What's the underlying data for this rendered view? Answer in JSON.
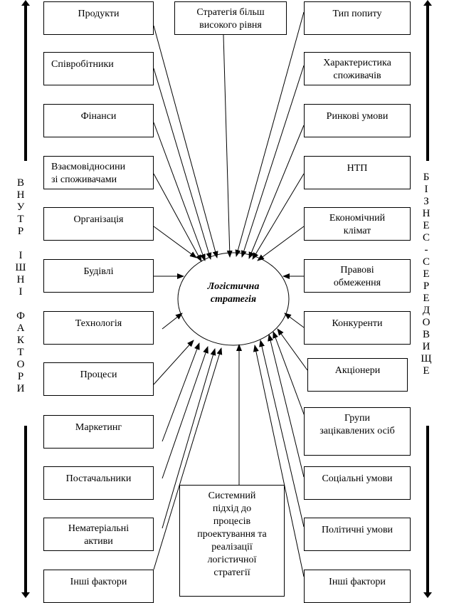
{
  "center": {
    "line1": "Логістична",
    "line2": "стратегія"
  },
  "top_box": {
    "line1": "Стратегія більш",
    "line2": "високого рівня"
  },
  "bottom_box": {
    "lines": [
      "Системний",
      "підхід до",
      "процесів",
      "проектування та",
      "реалізації",
      "логістичної",
      "стратегії"
    ]
  },
  "left_boxes": [
    {
      "lines": [
        "Продукти"
      ]
    },
    {
      "lines": [
        "Співробітники"
      ]
    },
    {
      "lines": [
        "Фінанси"
      ]
    },
    {
      "lines": [
        "Взаємовідносини",
        "зі споживачами"
      ]
    },
    {
      "lines": [
        "Організація"
      ]
    },
    {
      "lines": [
        "Будівлі"
      ]
    },
    {
      "lines": [
        "Технологія"
      ]
    },
    {
      "lines": [
        "Процеси"
      ]
    },
    {
      "lines": [
        "Маркетинг"
      ]
    },
    {
      "lines": [
        "Постачальники"
      ]
    },
    {
      "lines": [
        "Нематеріальні",
        "активи"
      ]
    },
    {
      "lines": [
        "Інші фактори"
      ]
    }
  ],
  "right_boxes": [
    {
      "lines": [
        "Тип попиту"
      ]
    },
    {
      "lines": [
        "Характеристика",
        "споживачів"
      ]
    },
    {
      "lines": [
        "Ринкові умови"
      ]
    },
    {
      "lines": [
        "НТП"
      ]
    },
    {
      "lines": [
        "Економічний",
        "клімат"
      ]
    },
    {
      "lines": [
        "Правові",
        "обмеження"
      ]
    },
    {
      "lines": [
        "Конкуренти"
      ]
    },
    {
      "lines": [
        "Акціонери"
      ]
    },
    {
      "lines": [
        "Групи",
        "зацікавлених осіб"
      ]
    },
    {
      "lines": [
        "Соціальні умови"
      ]
    },
    {
      "lines": [
        "Політичні умови"
      ]
    },
    {
      "lines": [
        "Інші фактори"
      ]
    }
  ],
  "left_vertical_label": [
    "В",
    "Н",
    "У",
    "Т",
    "Р",
    "",
    "І",
    "Ш",
    "Н",
    "І",
    "",
    "Ф",
    "А",
    "К",
    "Т",
    "О",
    "Р",
    "И"
  ],
  "right_vertical_label": [
    "Б",
    "І",
    "З",
    "Н",
    "Е",
    "С",
    "-",
    "С",
    "Е",
    "Р",
    "Е",
    "Д",
    "О",
    "В",
    "И",
    "Щ",
    "Е"
  ]
}
